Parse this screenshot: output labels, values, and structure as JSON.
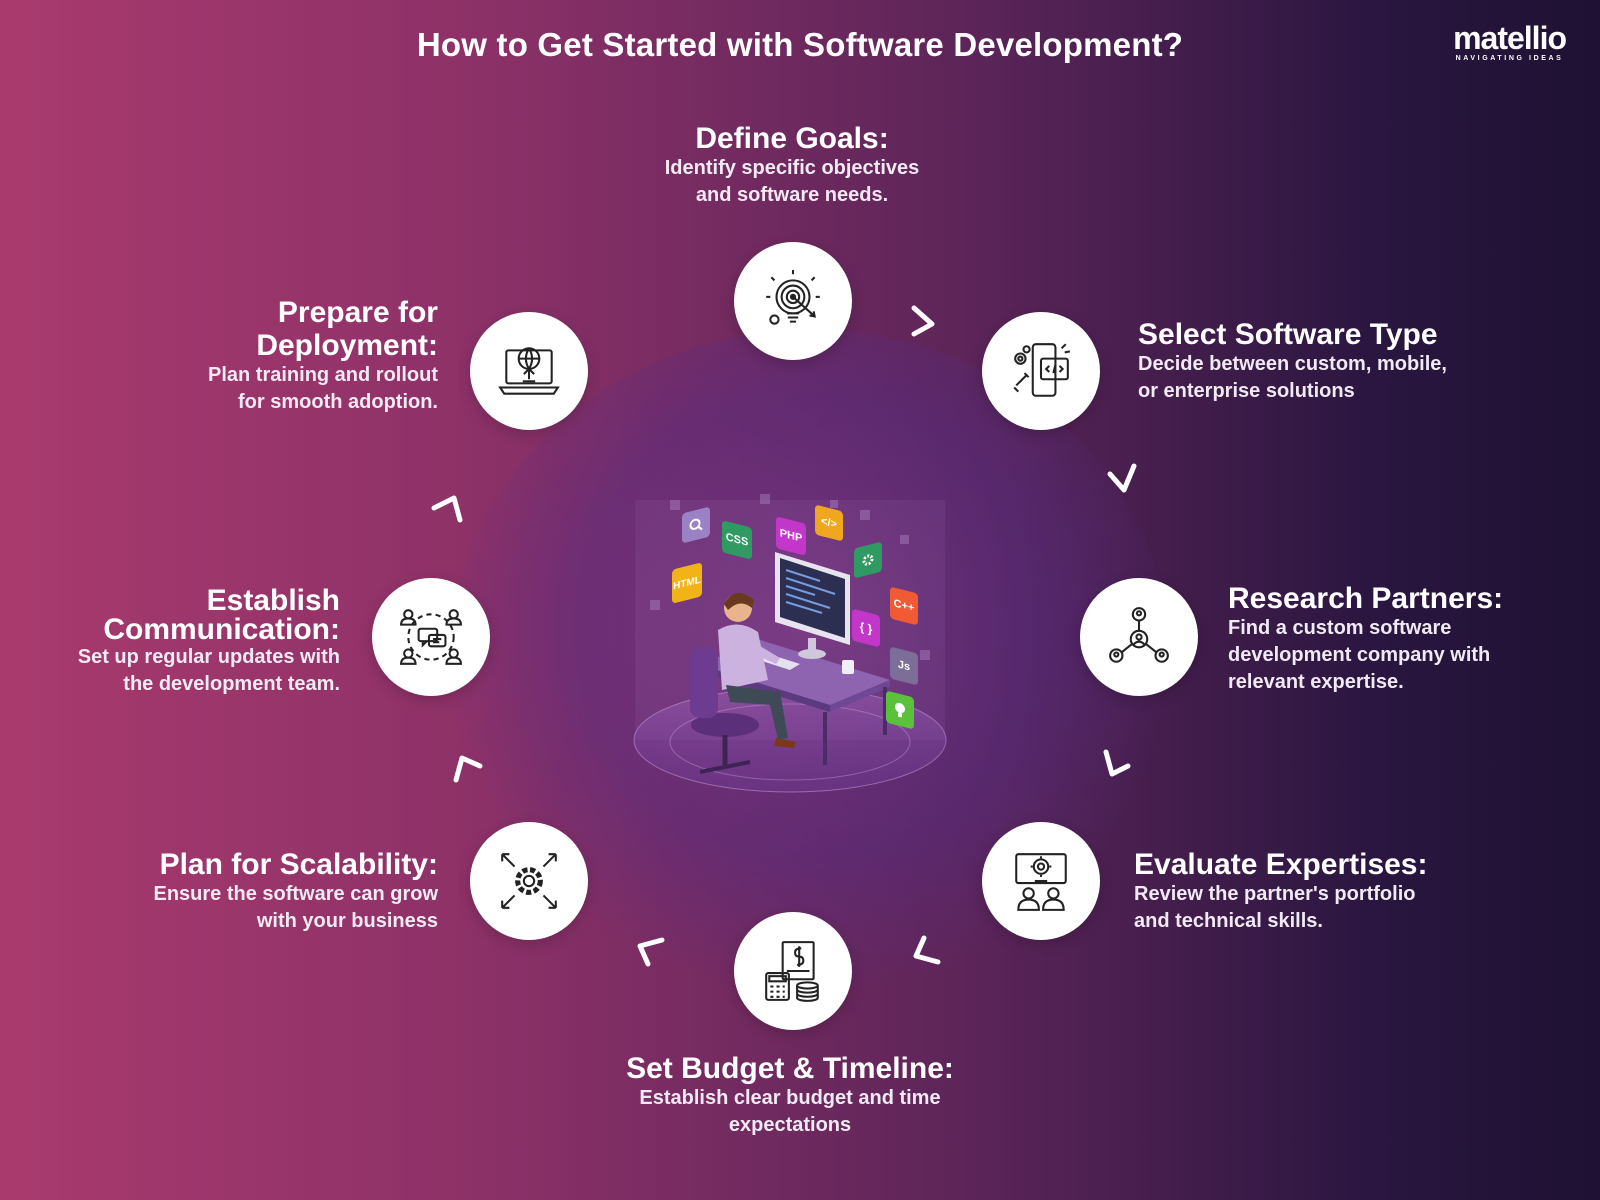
{
  "title": "How to Get Started with Software Development?",
  "logo": {
    "word": "matellio",
    "tagline": "NAVIGATING IDEAS"
  },
  "illustration": {
    "badges": [
      "CSS",
      "PHP",
      "</>",
      "HTML",
      "C++",
      "{ }",
      "Js"
    ]
  },
  "steps": [
    {
      "id": "define-goals",
      "title": "Define Goals:",
      "lines": [
        "Identify specific objectives",
        "and software needs."
      ],
      "icon": "target-lightbulb-icon"
    },
    {
      "id": "select-software-type",
      "title": "Select Software Type",
      "lines": [
        "Decide between custom, mobile,",
        "or enterprise solutions"
      ],
      "icon": "mobile-code-icon"
    },
    {
      "id": "research-partners",
      "title": "Research Partners:",
      "lines": [
        "Find a custom software",
        "development company with",
        "relevant expertise."
      ],
      "icon": "network-people-icon"
    },
    {
      "id": "evaluate-expertises",
      "title": "Evaluate Expertises:",
      "lines": [
        "Review the partner's portfolio",
        "and technical skills."
      ],
      "icon": "team-gear-icon"
    },
    {
      "id": "set-budget-timeline",
      "title": "Set Budget & Timeline:",
      "lines": [
        "Establish clear budget and time",
        "expectations"
      ],
      "icon": "budget-calculator-icon"
    },
    {
      "id": "plan-for-scalability",
      "title": "Plan for Scalability:",
      "lines": [
        "Ensure the software can grow",
        "with your business"
      ],
      "icon": "gear-expand-icon"
    },
    {
      "id": "establish-communication",
      "title_lines": [
        "Establish",
        "Communication:"
      ],
      "lines": [
        "Set up regular updates with",
        "the development team."
      ],
      "icon": "team-chat-icon"
    },
    {
      "id": "prepare-for-deployment",
      "title_lines": [
        "Prepare for",
        "Deployment:"
      ],
      "lines": [
        "Plan training and rollout",
        "for smooth adoption."
      ],
      "icon": "laptop-globe-upload-icon"
    }
  ],
  "colors": {
    "accent_white": "#ffffff",
    "bg_left": "#a93a6e",
    "bg_right": "#1e1133"
  }
}
